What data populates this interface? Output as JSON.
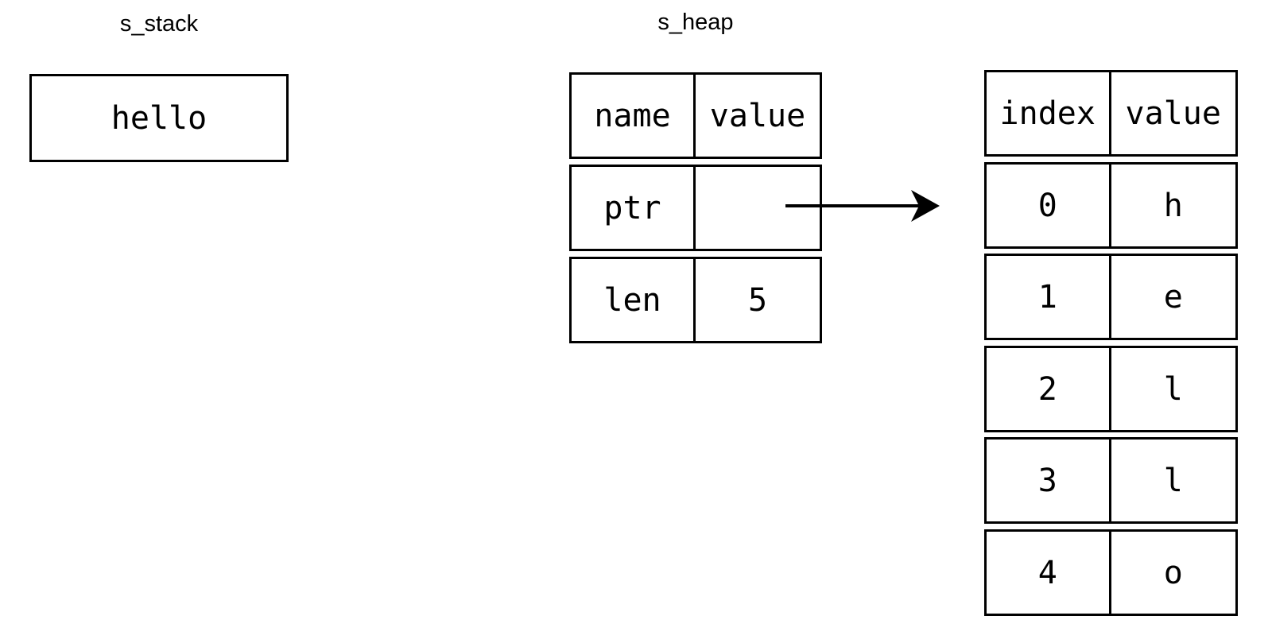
{
  "stack": {
    "label": "s_stack",
    "value": "hello"
  },
  "heap": {
    "label": "s_heap",
    "table": {
      "headers": [
        "name",
        "value"
      ],
      "rows": [
        {
          "name": "ptr",
          "value": ""
        },
        {
          "name": "len",
          "value": "5"
        }
      ]
    }
  },
  "buffer": {
    "headers": [
      "index",
      "value"
    ],
    "rows": [
      {
        "index": "0",
        "value": "h"
      },
      {
        "index": "1",
        "value": "e"
      },
      {
        "index": "2",
        "value": "l"
      },
      {
        "index": "3",
        "value": "l"
      },
      {
        "index": "4",
        "value": "o"
      }
    ]
  },
  "arrow": {
    "from": "ptr value cell",
    "to": "heap buffer table"
  },
  "colors": {
    "stroke": "#000000",
    "text": "#000000",
    "background": "#ffffff"
  }
}
